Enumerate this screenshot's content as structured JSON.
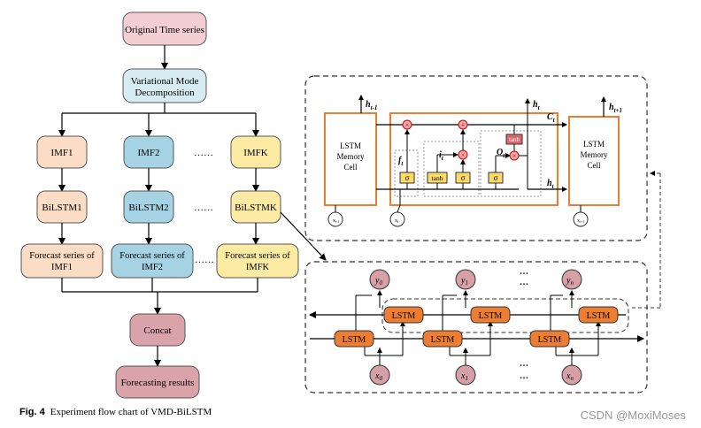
{
  "flow": {
    "original": "Original Time series",
    "vmd_line1": "Variational Mode",
    "vmd_line2": "Decomposition",
    "imf1": "IMF1",
    "imf2": "IMF2",
    "imfk": "IMFK",
    "ellipsis": "……",
    "bilstm1": "BiLSTM1",
    "bilstm2": "BiLSTM2",
    "bilstmk": "BiLSTMK",
    "fc1_line1": "Forecast series of",
    "fc1_line2": "IMF1",
    "fc2_line1": "Forecast series of",
    "fc2_line2": "IMF2",
    "fck_line1": "Forecast series of",
    "fck_line2": "IMFK",
    "concat": "Concat",
    "results": "Forecasting results"
  },
  "lstm_cell": {
    "left_cell": [
      "LSTM",
      "Memory",
      "Cell"
    ],
    "right_cell": [
      "LSTM",
      "Memory",
      "Cell"
    ],
    "h_prev": "h",
    "h_prev_sub": "t-1",
    "h_cur": "h",
    "h_cur_sub": "t",
    "h_next": "h",
    "h_next_sub": "t+1",
    "c_t": "C",
    "c_t_sub": "t",
    "h_t_out": "h",
    "h_t_out_sub": "t",
    "f_t": "f",
    "f_t_sub": "t",
    "i_t": "i",
    "i_t_sub": "t",
    "o_t": "O",
    "o_t_sub": "t",
    "sigma": "σ",
    "tanh": "tanh",
    "x_prev": "x",
    "x_prev_sub": "t-1",
    "x_cur": "x",
    "x_cur_sub": "t",
    "x_next": "x",
    "x_next_sub": "t+1"
  },
  "bilstm": {
    "lstm": "LSTM",
    "y0": "y",
    "y0_sub": "0",
    "y1": "y",
    "y1_sub": "1",
    "yn": "y",
    "yn_sub": "n",
    "x0": "x",
    "x0_sub": "0",
    "x1": "x",
    "x1_sub": "1",
    "xn": "x",
    "xn_sub": "n",
    "dots": "…"
  },
  "caption": {
    "label": "Fig. 4",
    "text": "Experiment flow chart of VMD-BiLSTM"
  },
  "watermark": "CSDN @MoxiMoses",
  "colors": {
    "pink": "#f3cfd3",
    "blue_light": "#d7ebf3",
    "peach": "#fbdcc5",
    "blue": "#a6d3e3",
    "yellow": "#fdeba4",
    "mauve": "#d9a3a9",
    "orange": "#ed7d31",
    "sigma_fill": "#ffd966",
    "gate_red": "#f4a9a9",
    "tanh_red": "#e06666",
    "x_circle": "#d6a0a6"
  }
}
